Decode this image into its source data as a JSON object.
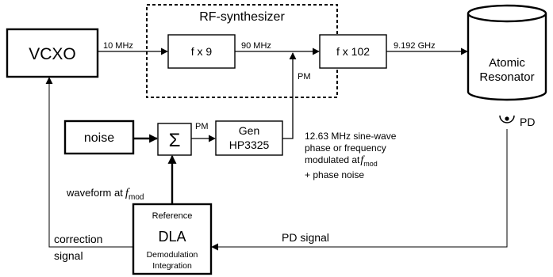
{
  "synth": {
    "title": "RF-synthesizer"
  },
  "blocks": {
    "vcxo": "VCXO",
    "fx9": "f x 9",
    "fx102": "f x 102",
    "noise": "noise",
    "sum": "Σ",
    "gen_line1": "Gen",
    "gen_line2": "HP3325",
    "resonator_line1": "Atomic",
    "resonator_line2": "Resonator",
    "dla_top": "Reference",
    "dla_main": "DLA",
    "dla_bottom1": "Demodulation",
    "dla_bottom2": "Integration"
  },
  "labels": {
    "ten_mhz": "10 MHz",
    "ninety_mhz": "90 MHz",
    "ghz": "9.192 GHz",
    "pm_vertical": "PM",
    "pm_horizontal": "PM",
    "pd": "PD",
    "pd_signal": "PD signal",
    "correction_1": "correction",
    "correction_2": "signal",
    "waveform": "waveform at",
    "f": "f",
    "mod": "mod",
    "gen_note_1": "12.63 MHz sine-wave",
    "gen_note_2": "phase or frequency",
    "gen_note_3": "modulated at",
    "gen_note_4": "+ phase noise"
  }
}
